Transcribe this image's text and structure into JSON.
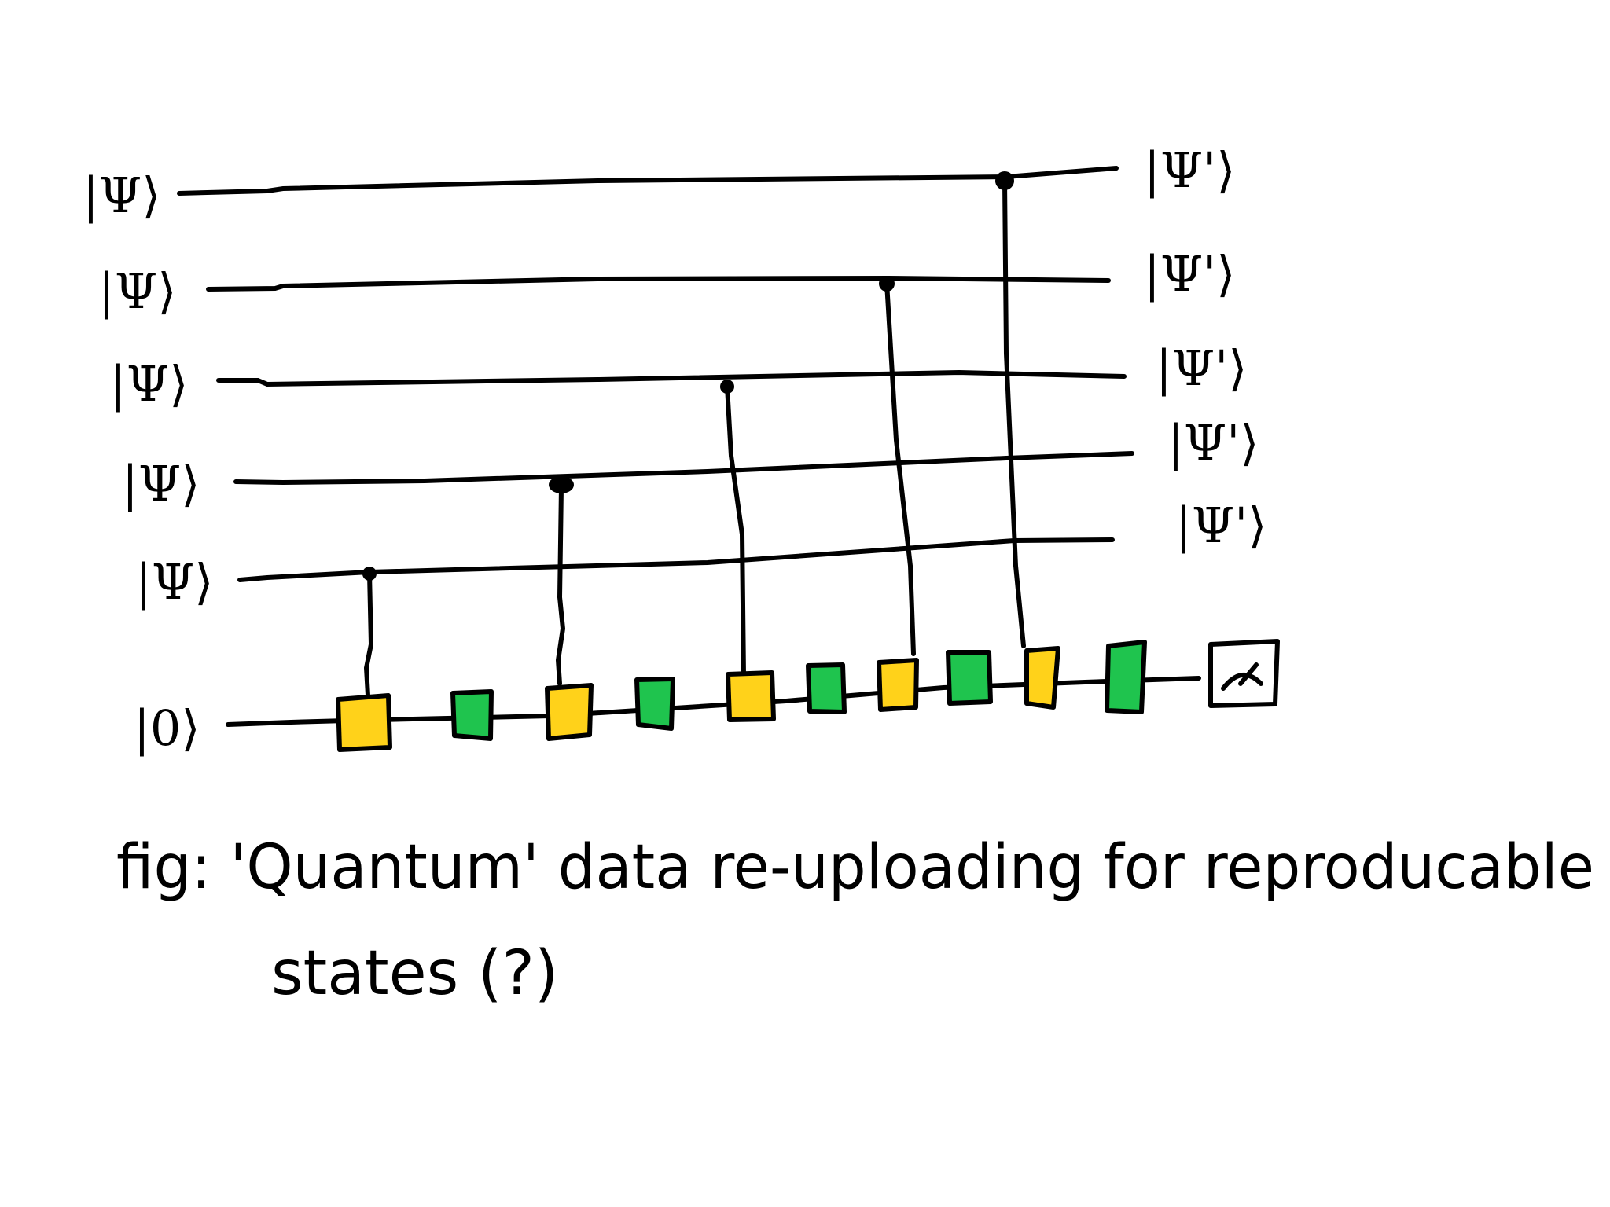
{
  "diagram": {
    "input_labels": [
      "|Ψ⟩",
      "|Ψ⟩",
      "|Ψ⟩",
      "|Ψ⟩",
      "|Ψ⟩"
    ],
    "output_labels": [
      "|Ψ'⟩",
      "|Ψ'⟩",
      "|Ψ'⟩",
      "|Ψ'⟩",
      "|Ψ'⟩"
    ],
    "ancilla_label": "|0⟩",
    "gate_sequence": [
      "yellow",
      "green",
      "yellow",
      "green",
      "yellow",
      "green",
      "yellow",
      "green",
      "yellow",
      "green"
    ],
    "controls": [
      {
        "gate_index": 0,
        "from_qubit": 5
      },
      {
        "gate_index": 2,
        "from_qubit": 4
      },
      {
        "gate_index": 4,
        "from_qubit": 3
      },
      {
        "gate_index": 6,
        "from_qubit": 2
      },
      {
        "gate_index": 8,
        "from_qubit": 1
      }
    ],
    "measurement": "meter-icon",
    "colors": {
      "yellow_gate": "#FFD21A",
      "green_gate": "#1FC44E",
      "ink": "#000000"
    }
  },
  "caption": {
    "line1": "fig: 'Quantum' data re-uploading for reproducable",
    "line2": "states (?)"
  }
}
